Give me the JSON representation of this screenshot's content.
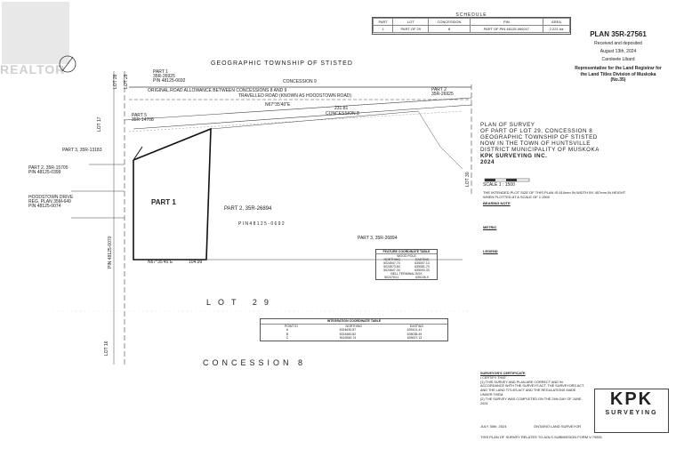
{
  "watermark": {
    "brand": "REALTOR"
  },
  "schedule": {
    "title": "SCHEDULE",
    "headers": [
      "PART",
      "LOT",
      "CONCESSION",
      "PIN",
      "AREA"
    ],
    "row": [
      "1",
      "PART OF 29",
      "8",
      "PART OF PIN 48125-0692LT",
      "2.221 ha"
    ]
  },
  "registration": {
    "plan": "PLAN 35R-27561",
    "received": "Received and deposited",
    "date": "August 13th, 2024",
    "registrar": "Caroleete Libard",
    "representative": "Representative for the Land Registrar for the Land Titles Division of Muskoka (No.35)"
  },
  "map": {
    "township": "GEOGRAPHIC TOWNSHIP OF STISTED",
    "concession9": "CONCESSION 9",
    "road_line1": "ORIGINAL   ROAD   ALLOWANCE   BETWEEN   CONCESSIONS   8   AND   9",
    "road_line2": "TRAVELLED ROAD (KNOWN AS HOODSTOWN ROAD)",
    "concession8_top": "CONCESSION 8",
    "concession8_bottom": "CONCESSION   8",
    "lot29_big": "LOT   29",
    "part1": "PART 1",
    "part2_label": "PART  2,  35R-26894",
    "pin_label": "P I N  4 8 1 2 5 - 0 6 9 2",
    "part3_right": "PART 3, 35R-26894",
    "part1_top": "PART 1\n35R-26925\nPIN 48125-0692",
    "part2_top": "PART 2\n35R-26925",
    "part5": "PART 5\n35R-14708",
    "part3_left": "PART 3, 35R-13183",
    "part2_left": "PART 2, 35R-15705\nPIN 48125-0399",
    "hoodstown": "HOODSTOWN DRIVE\nREG. PLAN 35M-649\nPIN 48125-0074",
    "lot28": "LOT 28",
    "lot29": "LOT 29",
    "lot30": "LOT 30",
    "lot17": "LOT 17",
    "lot16": "LOT 16",
    "pin_side": "PIN 48125-0070",
    "bearing_top": "N67°35'40\"E",
    "dist_top": "231.81",
    "bearing_bot": "N67°35'45\"E",
    "dist_bot": "104.99"
  },
  "survey_title": {
    "line1": "PLAN OF SURVEY",
    "line2": "OF PART OF LOT 29, CONCESSION 8",
    "line3": "GEOGRAPHIC TOWNSHIP OF STISTED",
    "line4": "NOW IN THE TOWN OF HUNTSVILLE",
    "line5": "DISTRICT MUNICIPALITY OF MUSKOKA",
    "line6": "KPK SURVEYING INC.",
    "line7": "2024",
    "scale": "SCALE 1 : 1500",
    "scale_note": "THE INTENDED PLOT SIZE OF THIS PLAN IS 610mm IN WIDTH BY 457mm IN HEIGHT WHEN PLOTTED AT A SCALE OF 1:1500",
    "bearing_head": "BEARING NOTE",
    "metric_head": "METRIC",
    "legend_head": "LEGEND"
  },
  "feature_table": {
    "title": "FEATURE COORDINATE TABLE",
    "sub": "WOOD POLE",
    "cols": [
      "NORTHING",
      "EASTING"
    ],
    "rows": [
      [
        "5024547.74",
        "635007.13"
      ],
      [
        "5024573.60",
        "635081.70"
      ],
      [
        "5024607.34",
        "635093.33"
      ]
    ],
    "sub2": "BELL TERMINAL BOX",
    "rows2": [
      [
        "5024763.1",
        "635106.9"
      ]
    ]
  },
  "integration": {
    "title": "INTEGRATION COORDINATE TABLE",
    "cols": [
      "POINT ID",
      "NORTHING",
      "EASTING"
    ],
    "rows": [
      [
        "A",
        "5024630.57",
        "635101.41"
      ],
      [
        "B",
        "5024560.82",
        "635038.49"
      ],
      [
        "C",
        "5024549.74",
        "635007.13"
      ]
    ]
  },
  "certificate": {
    "title": "SURVEYOR'S CERTIFICATE",
    "line1": "I CERTIFY THAT:",
    "line2": "(1) THIS SURVEY AND PLAN ARE CORRECT AND IN ACCORDANCE WITH THE SURVEYS ACT, THE SURVEYORS ACT, AND THE LAND TITLES ACT AND THE REGULATIONS MADE UNDER THEM.",
    "line3": "(2) THE SURVEY WAS COMPLETED ON THE 24th DAY OF JUNE, 2024",
    "date": "JULY 30th, 2024",
    "surveyor": "ONTARIO LAND SURVEYOR",
    "footer": "THIS PLAN OF SURVEY RELATES TO AOLS SUBMISSION FORM V-79831"
  },
  "kpk": {
    "logo": "KPK",
    "sub": "SURVEYING"
  }
}
